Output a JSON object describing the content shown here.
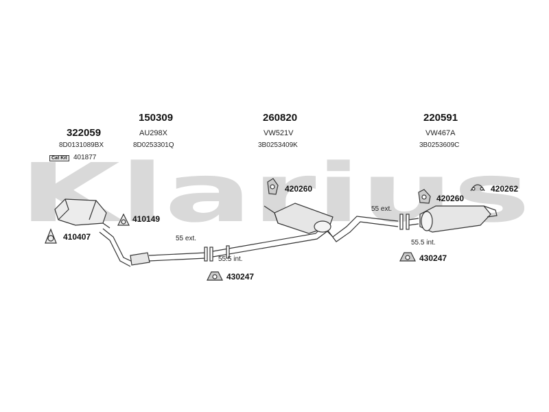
{
  "watermark": "Klarius",
  "groups": [
    {
      "part_no": "322059",
      "oem": "8D0131089BX",
      "catkit_badge": "Cat Kit",
      "catkit_code": "401877"
    },
    {
      "part_no": "150309",
      "ref": "AU298X",
      "oem": "8D0253301Q"
    },
    {
      "part_no": "260820",
      "ref": "VW521V",
      "oem": "3B0253409K"
    },
    {
      "part_no": "220591",
      "ref": "VW467A",
      "oem": "3B0253609C"
    }
  ],
  "fittings": {
    "f410149": "410149",
    "f410407": "410407",
    "f430247_left": "430247",
    "f420260_mid": "420260",
    "f420260_right": "420260",
    "f420262": "420262",
    "f430247_right": "430247"
  },
  "notes": {
    "ext_left": "55 ext.",
    "int_left": "55.5 int.",
    "ext_right": "55 ext.",
    "int_right": "55.5 int."
  },
  "colors": {
    "watermark": "#d9d9d9",
    "line": "#333333",
    "part_fill": "#e6e6e6"
  }
}
